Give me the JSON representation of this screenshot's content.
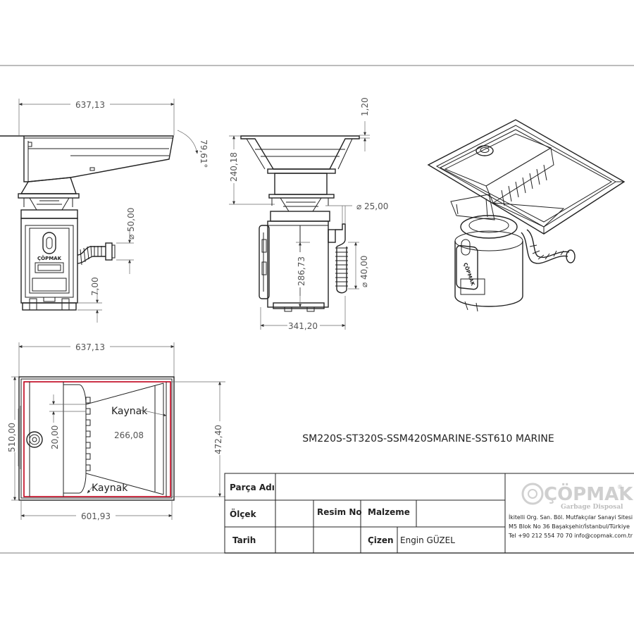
{
  "colors": {
    "frame": "#bcbcbc",
    "weld_outline": "#c0001a",
    "ink": "#222222",
    "dim_text": "#555555"
  },
  "front_view": {
    "width_dim": "637,13",
    "angle_dim": "79,61°",
    "inlet_dim": "⌀ 50,00",
    "foot_dim": "7,00"
  },
  "side_view": {
    "flange_dim": "1,20",
    "hopper_height_dim": "240,18",
    "pipe_outer_dim": "⌀ 25,00",
    "body_height_dim": "286,73",
    "pipe_inner_dim": "⌀ 40,00",
    "depth_dim": "341,20"
  },
  "top_view": {
    "width_dim": "637,13",
    "height_dim": "510,00",
    "inner_height_dim": "472,40",
    "offset_dim": "20,00",
    "center_dim": "266,08",
    "bottom_width_dim": "601,93",
    "weld_label_top": "Kaynak",
    "weld_label_bottom": "Kaynak"
  },
  "product_title": "SM220S-ST320S-SSM420SMARINE-SST610 MARINE",
  "title_block": {
    "part_name_label": "Parça Adı",
    "scale_label": "Ölçek",
    "drawing_no_label": "Resim No",
    "material_label": "Malzeme",
    "date_label": "Tarih",
    "drawn_by_label": "Çizen",
    "drawn_by_value": "Engin GÜZEL",
    "company_logo_text": "ÇÖPMAK",
    "company_registered": "®",
    "company_tagline": "Garbage Disposal",
    "address_line1": "İkitelli Org. San. Böl. Mutfakçılar Sanayi Sitesi",
    "address_line2": "M5 Blok No 36 Başakşehir/İstanbul/Türkiye",
    "contact_line": "Tel +90 212 554 70 70 info@copmak.com.tr"
  },
  "unit_logo_text": "ÇÖPMAK"
}
